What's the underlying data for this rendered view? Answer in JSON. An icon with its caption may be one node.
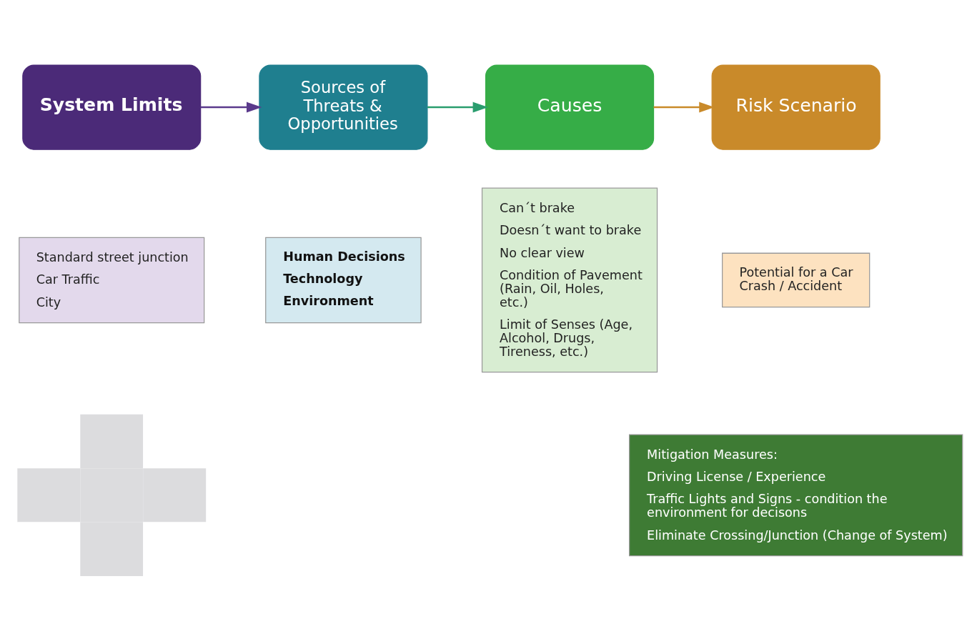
{
  "diagram": {
    "nodes": [
      {
        "text": [
          "System Limits"
        ]
      },
      {
        "text": [
          "Sources of Threats & Opportunities"
        ]
      },
      {
        "text": [
          "Causes"
        ]
      },
      {
        "text": [
          "Risk Scenario"
        ]
      },
      {
        "text": [
          "Standard street junction",
          "Car Traffic",
          "City"
        ]
      },
      {
        "text": [
          "Human Decisions",
          "Technology",
          "Environment"
        ]
      },
      {
        "text": [
          "Can´t brake",
          "Doesn´t want to brake",
          "No clear view",
          "Condition of Pavement (Rain, Oil, Holes, etc.)",
          "Limit of Senses (Age, Alcohol, Drugs, Tireness, etc.)"
        ]
      },
      {
        "text": [
          "Potential for a Car Crash / Accident"
        ]
      },
      {
        "text": [],
        "shape": "cross"
      },
      {
        "text": [
          "Mitigation Measures:",
          "Driving License / Experience",
          "Traffic Lights and Signs - condition the environment for decisons",
          "Eliminate Crossing/Junction (Change of System)"
        ]
      }
    ],
    "edges": [
      {
        "from": 0,
        "to": 1,
        "arrow": "to",
        "color": "#5b3a8c"
      },
      {
        "from": 1,
        "to": 2,
        "arrow": "to",
        "color": "#2a9d6e"
      },
      {
        "from": 2,
        "to": 3,
        "arrow": "to",
        "color": "#c98a2a"
      }
    ]
  }
}
